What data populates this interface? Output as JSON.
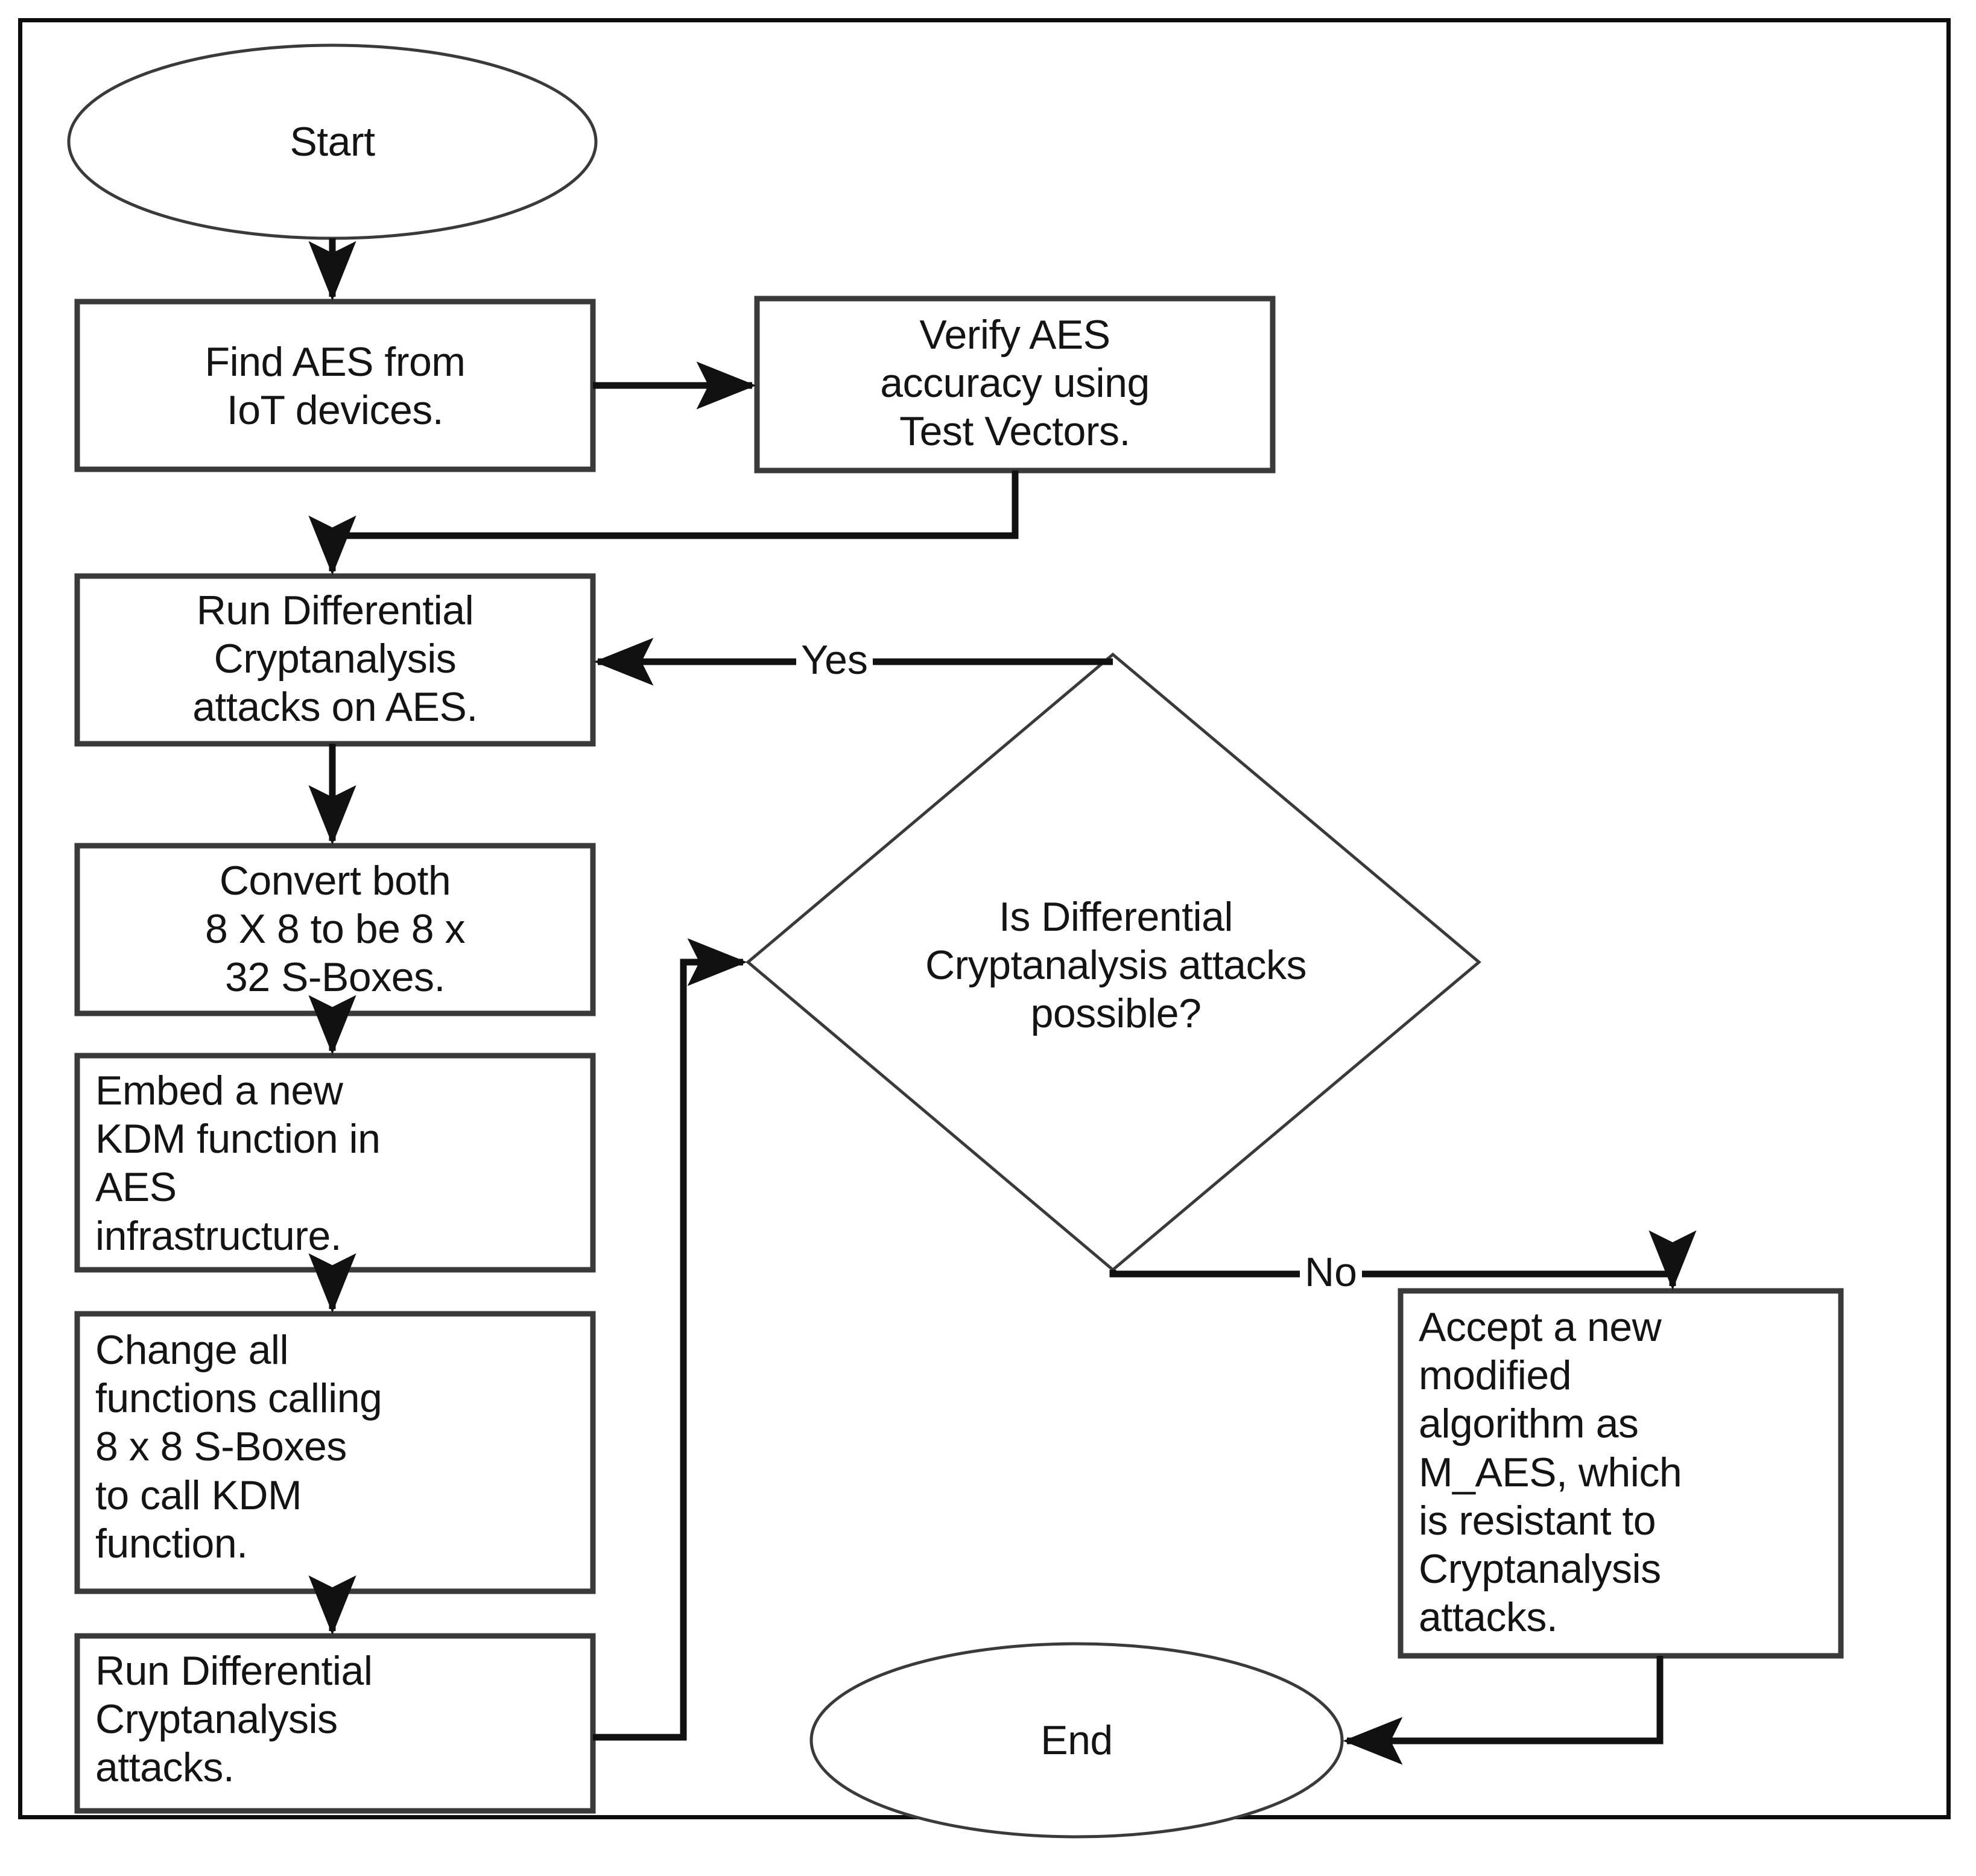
{
  "diagram": {
    "type": "flowchart",
    "title": "AES modification and differential cryptanalysis workflow",
    "colors": {
      "frame_border": "#0d0d0d",
      "node_border": "#3a3a3a",
      "thin_border": "#3a3a3a",
      "connector": "#111111",
      "text": "#141414",
      "background": "#ffffff"
    },
    "nodes": [
      {
        "id": "start",
        "shape": "ellipse",
        "label": "Start"
      },
      {
        "id": "find-aes",
        "shape": "rectangle",
        "label": "Find AES from\nIoT devices."
      },
      {
        "id": "verify-aes",
        "shape": "rectangle",
        "label": "Verify AES\naccuracy using\nTest Vectors."
      },
      {
        "id": "run-dc-aes",
        "shape": "rectangle",
        "label": "Run Differential\nCryptanalysis\nattacks on AES."
      },
      {
        "id": "convert-sbox",
        "shape": "rectangle",
        "label": "Convert both\n8 X 8  to be 8 x\n32 S-Boxes."
      },
      {
        "id": "embed-kdm",
        "shape": "rectangle",
        "label": "Embed a new\nKDM function in\nAES\ninfrastructure."
      },
      {
        "id": "change-calls",
        "shape": "rectangle",
        "label": "Change all\nfunctions calling\n8 x 8 S-Boxes\nto call KDM\nfunction."
      },
      {
        "id": "run-dc",
        "shape": "rectangle",
        "label": "Run Differential\nCryptanalysis\nattacks."
      },
      {
        "id": "decision",
        "shape": "diamond",
        "label": "Is Differential\nCryptanalysis attacks\npossible?"
      },
      {
        "id": "accept-maes",
        "shape": "rectangle",
        "label": "Accept a new\nmodified\nalgorithm as\nM_AES, which\nis resistant to\nCryptanalysis\nattacks."
      },
      {
        "id": "end",
        "shape": "ellipse",
        "label": "End"
      }
    ],
    "edges": [
      {
        "from": "start",
        "to": "find-aes",
        "label": ""
      },
      {
        "from": "find-aes",
        "to": "verify-aes",
        "label": ""
      },
      {
        "from": "verify-aes",
        "to": "run-dc-aes",
        "label": ""
      },
      {
        "from": "run-dc-aes",
        "to": "convert-sbox",
        "label": ""
      },
      {
        "from": "convert-sbox",
        "to": "embed-kdm",
        "label": ""
      },
      {
        "from": "embed-kdm",
        "to": "change-calls",
        "label": ""
      },
      {
        "from": "change-calls",
        "to": "run-dc",
        "label": ""
      },
      {
        "from": "run-dc",
        "to": "decision",
        "label": ""
      },
      {
        "from": "decision",
        "to": "run-dc-aes",
        "label": "Yes"
      },
      {
        "from": "decision",
        "to": "accept-maes",
        "label": "No"
      },
      {
        "from": "accept-maes",
        "to": "end",
        "label": ""
      }
    ],
    "edge_labels": {
      "yes": "Yes",
      "no": "No"
    }
  }
}
